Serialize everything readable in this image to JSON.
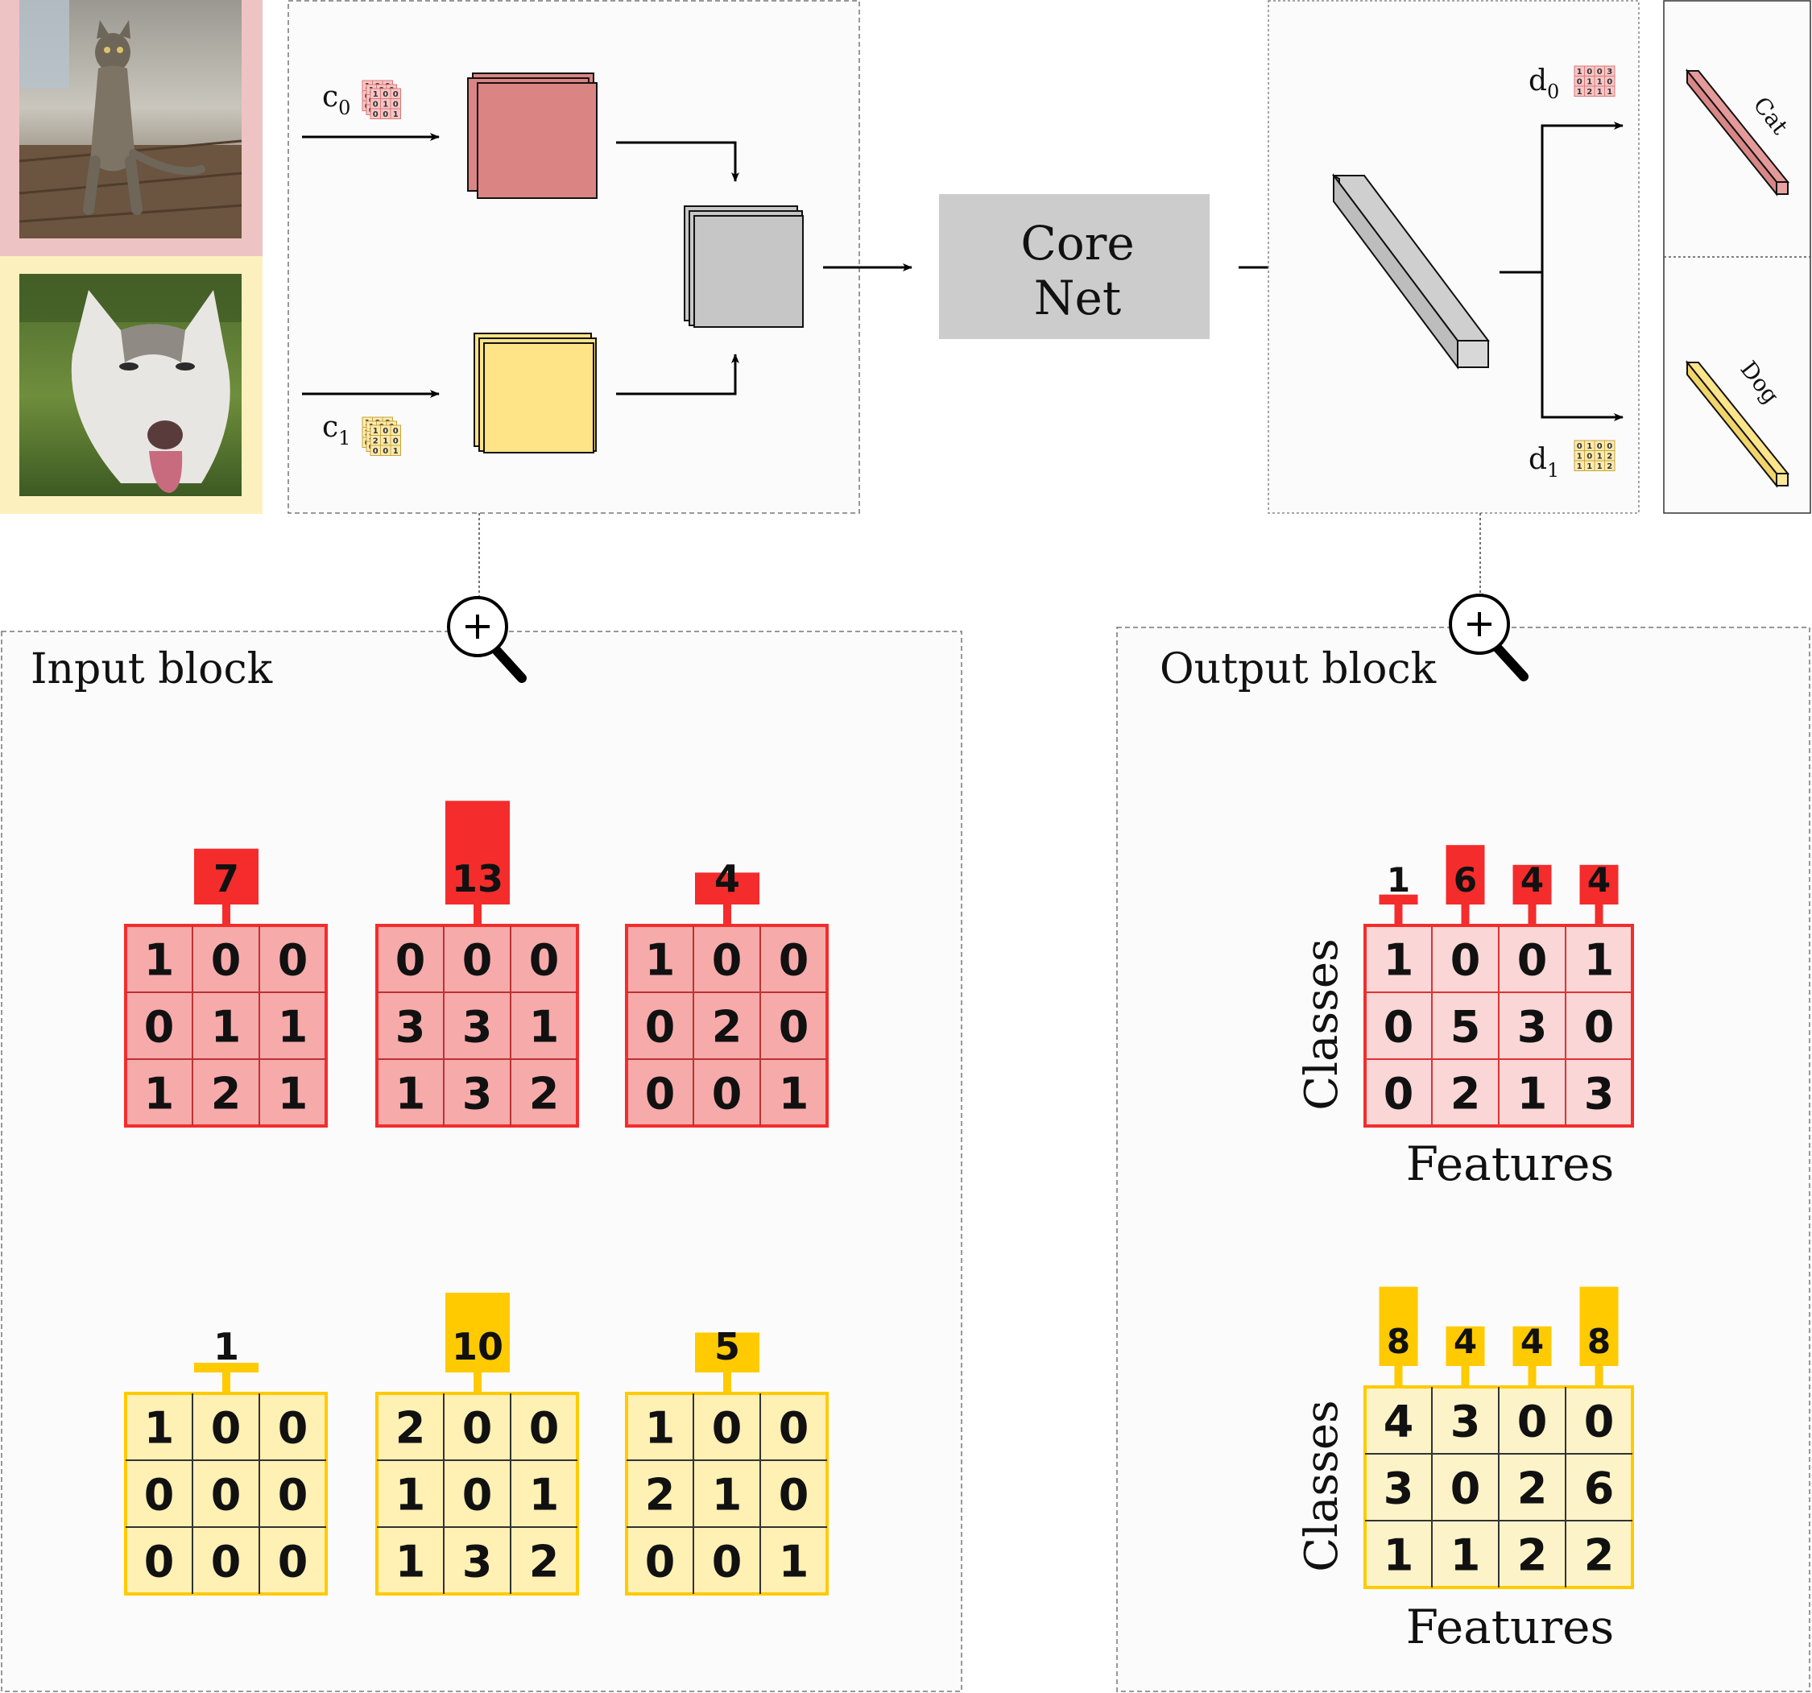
{
  "top": {
    "input_channels": [
      {
        "label": "c",
        "subscript": "0",
        "matrix": [
          [
            1,
            0,
            0
          ],
          [
            0,
            1,
            0
          ],
          [
            0,
            0,
            1
          ]
        ]
      },
      {
        "label": "c",
        "subscript": "1",
        "matrix": [
          [
            1,
            0,
            0
          ],
          [
            2,
            1,
            0
          ],
          [
            0,
            0,
            1
          ]
        ]
      }
    ],
    "core_net_lines": [
      "Core",
      "Net"
    ],
    "output_channels": [
      {
        "label": "d",
        "subscript": "0",
        "matrix": [
          [
            1,
            0,
            0,
            3
          ],
          [
            0,
            1,
            1,
            0
          ],
          [
            1,
            2,
            1,
            1
          ]
        ]
      },
      {
        "label": "d",
        "subscript": "1",
        "matrix": [
          [
            0,
            1,
            0,
            0
          ],
          [
            1,
            0,
            1,
            2
          ],
          [
            1,
            1,
            1,
            2
          ]
        ]
      }
    ],
    "output_classes": [
      "Cat",
      "Dog"
    ]
  },
  "input_block": {
    "title": "Input block",
    "red": [
      {
        "sum": 7,
        "matrix": [
          [
            1,
            0,
            0
          ],
          [
            0,
            1,
            1
          ],
          [
            1,
            2,
            1
          ]
        ]
      },
      {
        "sum": 13,
        "matrix": [
          [
            0,
            0,
            0
          ],
          [
            3,
            3,
            1
          ],
          [
            1,
            3,
            2
          ]
        ]
      },
      {
        "sum": 4,
        "matrix": [
          [
            1,
            0,
            0
          ],
          [
            0,
            2,
            0
          ],
          [
            0,
            0,
            1
          ]
        ]
      }
    ],
    "yellow": [
      {
        "sum": 1,
        "matrix": [
          [
            1,
            0,
            0
          ],
          [
            0,
            0,
            0
          ],
          [
            0,
            0,
            0
          ]
        ]
      },
      {
        "sum": 10,
        "matrix": [
          [
            2,
            0,
            0
          ],
          [
            1,
            0,
            1
          ],
          [
            1,
            3,
            2
          ]
        ]
      },
      {
        "sum": 5,
        "matrix": [
          [
            1,
            0,
            0
          ],
          [
            2,
            1,
            0
          ],
          [
            0,
            0,
            1
          ]
        ]
      }
    ]
  },
  "output_block": {
    "title": "Output block",
    "y_label": "Classes",
    "x_label": "Features",
    "red": {
      "sums": [
        1,
        6,
        4,
        4
      ],
      "matrix": [
        [
          1,
          0,
          0,
          1
        ],
        [
          0,
          5,
          3,
          0
        ],
        [
          0,
          2,
          1,
          3
        ]
      ]
    },
    "yellow": {
      "sums": [
        8,
        4,
        4,
        8
      ],
      "matrix": [
        [
          4,
          3,
          0,
          0
        ],
        [
          3,
          0,
          2,
          6
        ],
        [
          1,
          1,
          2,
          2
        ]
      ]
    }
  },
  "colors": {
    "red_strong": "#f42c2c",
    "red_fill": "#f7aaaa",
    "red_light": "#fbd6d6",
    "red_stack": "#db8484",
    "red_photo_frame": "#eec3c3",
    "yellow_strong": "#ffca00",
    "yellow_fill": "#fff0b4",
    "yellow_light": "#fdf3c8",
    "yellow_stack": "#fee387",
    "yellow_photo_frame": "#fdf0bf",
    "gray_core": "#cccccc",
    "gray_stack": "#c6c6c6"
  }
}
